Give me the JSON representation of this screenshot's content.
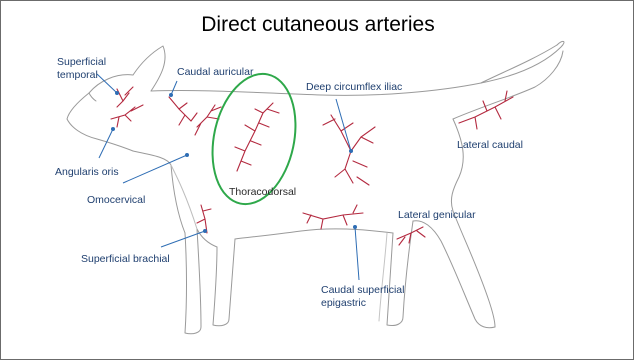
{
  "title": "Direct cutaneous arteries",
  "colors": {
    "outline": "#9a9a9a",
    "artery": "#b3293f",
    "pointer": "#2e6db4",
    "highlight": "#2ea84a",
    "label": "#1f3f6f"
  },
  "labels": {
    "superficial_temporal": [
      "Superficial",
      "temporal"
    ],
    "caudal_auricular": "Caudal auricular",
    "deep_circumflex_iliac": "Deep circumflex iliac",
    "lateral_caudal": "Lateral caudal",
    "angularis_oris": "Angularis oris",
    "omocervical": "Omocervical",
    "thoracodorsal": "Thoracodorsal",
    "lateral_genicular": "Lateral genicular",
    "superficial_brachial": "Superficial brachial",
    "caudal_superficial_epigastric": [
      "Caudal superficial",
      "epigastric"
    ]
  }
}
